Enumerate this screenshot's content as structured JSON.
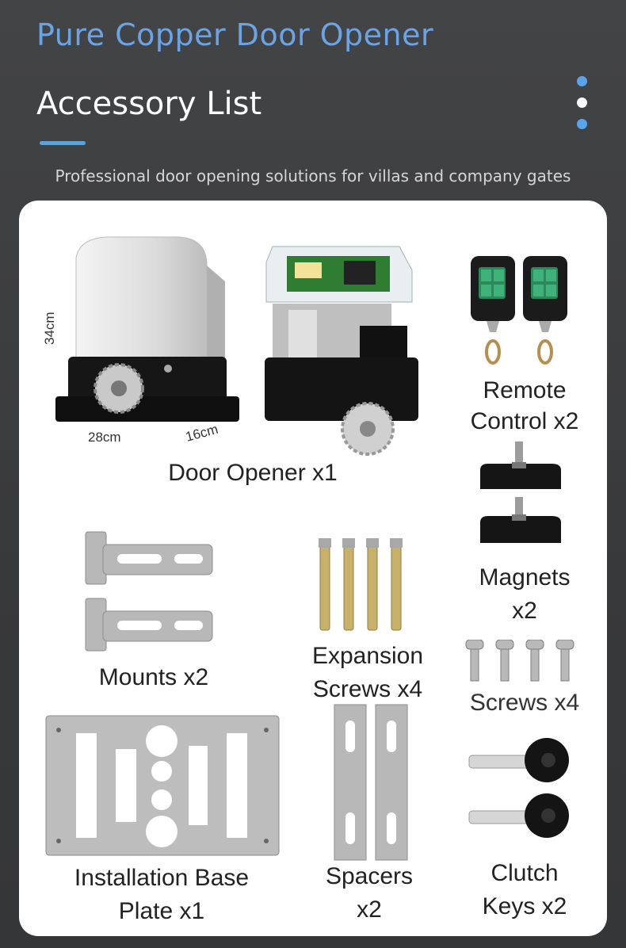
{
  "header": {
    "brand_title": "Pure Copper Door Opener",
    "section_title": "Accessory List",
    "subtitle": "Professional door opening solutions for villas and company gates"
  },
  "items": {
    "door_opener": {
      "label": "Door Opener x1",
      "dim_height": "34cm",
      "dim_width": "28cm",
      "dim_depth": "16cm"
    },
    "remote_control": {
      "label_line1": "Remote",
      "label_line2": "Control x2"
    },
    "magnets": {
      "label_line1": "Magnets",
      "label_line2": "x2"
    },
    "mounts": {
      "label": "Mounts x2"
    },
    "expansion_screws": {
      "label_line1": "Expansion",
      "label_line2": "Screws x4"
    },
    "screws": {
      "label": "Screws x4"
    },
    "installation_base_plate": {
      "label_line1": "Installation Base",
      "label_line2": "Plate x1"
    },
    "spacers": {
      "label_line1": "Spacers",
      "label_line2": "x2"
    },
    "clutch_keys": {
      "label_line1": "Clutch",
      "label_line2": "Keys x2"
    }
  },
  "colors": {
    "accent_blue": "#6aa4e6",
    "background": "#3a3b3d",
    "card": "#ffffff"
  }
}
